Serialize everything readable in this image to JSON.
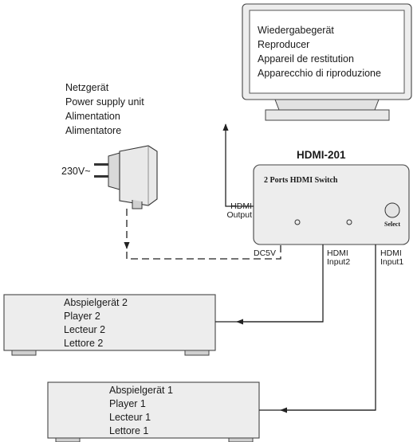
{
  "display": {
    "lines": [
      "Wiedergabegerät",
      "Reproducer",
      "Appareil de restitution",
      "Apparecchio di riproduzione"
    ]
  },
  "power_supply": {
    "lines": [
      "Netzgerät",
      "Power supply unit",
      "Alimentation",
      "Alimentatore"
    ],
    "voltage": "230V~"
  },
  "switch": {
    "model": "HDMI-201",
    "panel_label": "2 Ports HDMI Switch",
    "select_label": "Select",
    "output_label": [
      "HDMI",
      "Output"
    ],
    "dc_label": "DC5V",
    "input2_label": [
      "HDMI",
      "Input2"
    ],
    "input1_label": [
      "HDMI",
      "Input1"
    ]
  },
  "player2": {
    "lines": [
      "Abspielgerät 2",
      "Player 2",
      "Lecteur 2",
      "Lettore 2"
    ]
  },
  "player1": {
    "lines": [
      "Abspielgerät 1",
      "Player 1",
      "Lecteur 1",
      "Lettore 1"
    ]
  }
}
